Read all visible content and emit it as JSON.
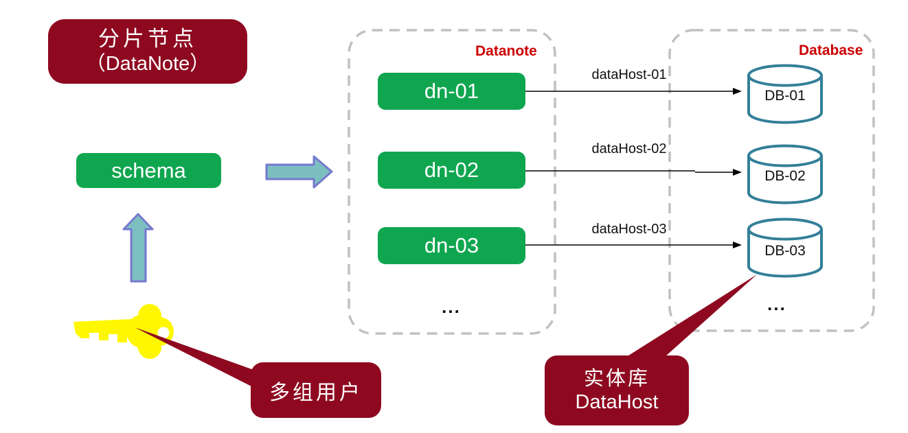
{
  "colors": {
    "maroon": "#8E0920",
    "green": "#10A650",
    "big_arrow_fill": "#7CBFC1",
    "big_arrow_border": "#7678CE",
    "cylinder_stroke": "#337F98",
    "dashed_border_gray": "#C1C1C1",
    "group_label_red": "#CC0000",
    "key_yellow": "#FFF700",
    "connector_line": "#000000"
  },
  "title_box": {
    "line1": "分片节点",
    "line2": "（DataNote）"
  },
  "schema_box": {
    "label": "schema"
  },
  "datanote_group": {
    "label": "Datanote",
    "ellipsis": "..."
  },
  "database_group": {
    "label": "Database",
    "ellipsis": "..."
  },
  "flow": {
    "rows": [
      {
        "node": "dn-01",
        "connection": "dataHost-01",
        "database": "DB-01"
      },
      {
        "node": "dn-02",
        "connection": "dataHost-02",
        "database": "DB-02"
      },
      {
        "node": "dn-03",
        "connection": "dataHost-03",
        "database": "DB-03"
      }
    ]
  },
  "callouts": {
    "users": {
      "label": "多组用户"
    },
    "datahost": {
      "line1": "实体库",
      "line2": "DataHost"
    }
  },
  "icons": {
    "key": "key-icon",
    "up_arrow": "arrow-up-icon",
    "right_arrow": "arrow-right-icon"
  }
}
